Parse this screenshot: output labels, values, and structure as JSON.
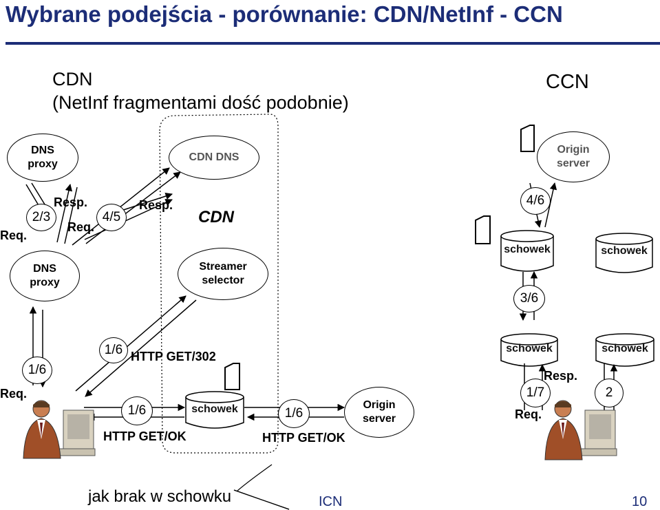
{
  "title": "Wybrane podejścia - porównanie: CDN/NetInf - CCN",
  "cdn_header": {
    "line1": "CDN",
    "line2": "(NetInf fragmentami dość podobnie)"
  },
  "ccn_header": "CCN",
  "nodes": {
    "dns_proxy_top": "DNS\nproxy",
    "cdn_dns": "CDN DNS",
    "origin_server_top": "Origin\nserver",
    "dns_proxy_mid": "DNS\nproxy",
    "streamer_selector": "Streamer\nselector",
    "origin_server_bottom": "Origin\nserver",
    "cache_cdn": "schowek",
    "cache_ccn_mid_left": "schowek",
    "cache_ccn_mid_right": "schowek",
    "cache_ccn_bottom_left": "schowek",
    "cache_ccn_bottom_right": "schowek"
  },
  "labels": {
    "cdn_italic": "CDN",
    "resp_1": "Resp.",
    "resp_2": "Resp.",
    "req_1": "Req.",
    "req_2": "Req.",
    "req_3": "Req.",
    "http_get_302": "HTTP GET/302",
    "http_get_ok_1": "HTTP GET/OK",
    "http_get_ok_2": "HTTP GET/OK",
    "ccn_resp": "Resp.",
    "ccn_req": "Req."
  },
  "steps": {
    "s23": "2/3",
    "s45": "4/5",
    "s16_left": "1/6",
    "s16_mid": "1/6",
    "s16_low": "1/6",
    "s16_right": "1/6",
    "s46": "4/6",
    "s36": "3/6",
    "s17": "1/7",
    "s2": "2"
  },
  "callout": "jak brak w schowku",
  "footer": {
    "section": "ICN",
    "page": "10"
  },
  "colors": {
    "title": "#1c2d77",
    "footer": "#1c2d77"
  }
}
